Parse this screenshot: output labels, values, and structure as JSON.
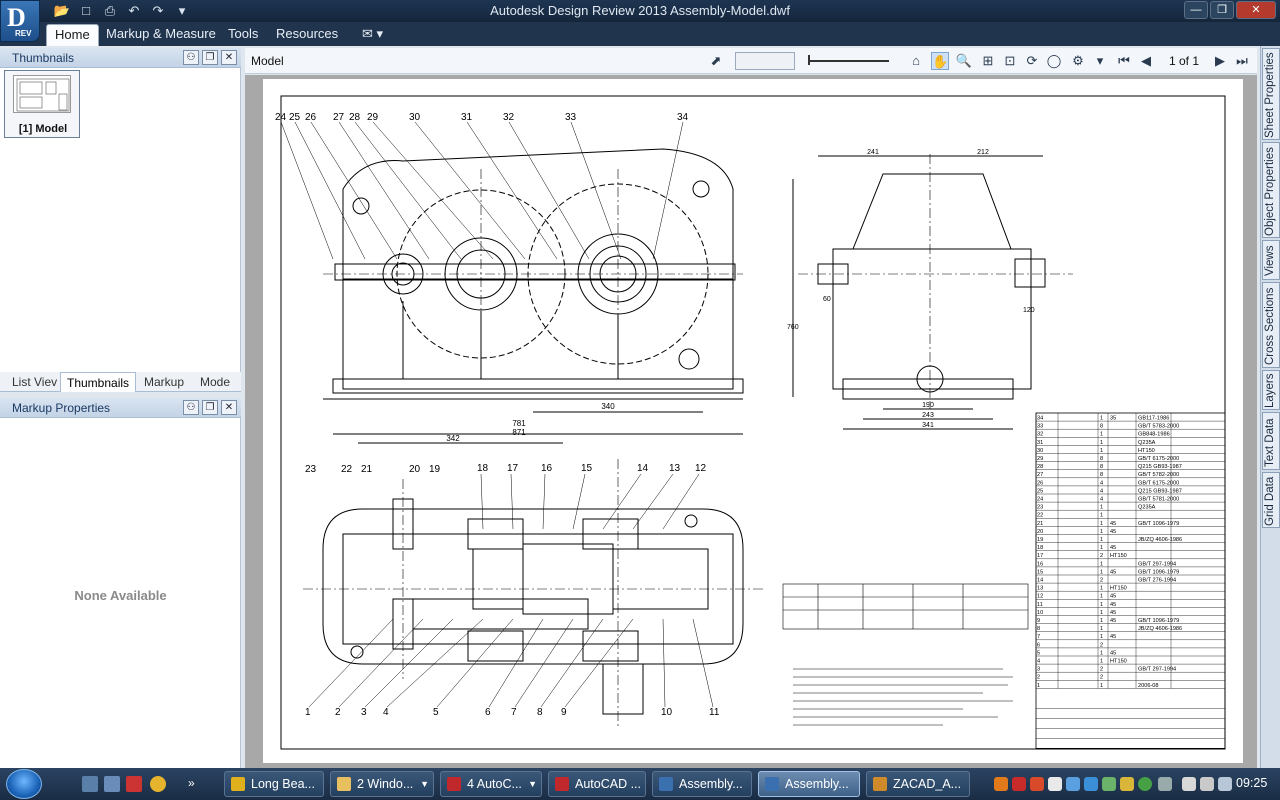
{
  "window": {
    "title": "Autodesk Design Review 2013   Assembly-Model.dwf",
    "logo_letter": "D",
    "logo_sub": "REV"
  },
  "ribbon": {
    "tabs": [
      "Home",
      "Markup & Measure",
      "Tools",
      "Resources"
    ]
  },
  "left_panel": {
    "thumbnails_title": "Thumbnails",
    "thumbnail_label": "[1] Model",
    "tabs": [
      "List Viev",
      "Thumbnails",
      "Markup",
      "Mode"
    ],
    "markup_properties_title": "Markup Properties",
    "empty_text": "None Available"
  },
  "viewer": {
    "view_name": "Model",
    "page_info": "1 of 1"
  },
  "drawing": {
    "top_callouts": [
      "24",
      "25",
      "26",
      "27",
      "28",
      "29",
      "30",
      "31",
      "32",
      "33",
      "34"
    ],
    "bottom_callouts": [
      "1",
      "2",
      "3",
      "4",
      "5",
      "6",
      "7",
      "8",
      "9",
      "10",
      "11"
    ],
    "mid_callouts_left": [
      "23",
      "22",
      "21",
      "20",
      "19"
    ],
    "mid_callouts_right": [
      "18",
      "17",
      "16",
      "15",
      "14",
      "13",
      "12"
    ],
    "dims": {
      "d1": "781",
      "d2": "871",
      "d3": "340",
      "d4": "342",
      "s1": "241",
      "s2": "212",
      "s3": "190",
      "s4": "243",
      "s5": "341",
      "h1": "760",
      "h2": "60",
      "h3": "120"
    },
    "bom_rows": [
      [
        "34",
        "",
        "1",
        "35",
        "GB117-1986"
      ],
      [
        "33",
        "",
        "8",
        "",
        "GB/T 5783-2000"
      ],
      [
        "32",
        "",
        "1",
        "",
        "GB848-1986"
      ],
      [
        "31",
        "",
        "1",
        "",
        "Q235A"
      ],
      [
        "30",
        "",
        "1",
        "",
        "HT150"
      ],
      [
        "29",
        "",
        "8",
        "",
        "GB/T 6175-2000"
      ],
      [
        "28",
        "",
        "8",
        "",
        "Q215 GB93-1987"
      ],
      [
        "27",
        "",
        "8",
        "",
        "GB/T 5782-2000"
      ],
      [
        "26",
        "",
        "4",
        "",
        "GB/T 6175-2000"
      ],
      [
        "25",
        "",
        "4",
        "",
        "Q215 GB93-1987"
      ],
      [
        "24",
        "",
        "4",
        "",
        "GB/T 5781-2000"
      ],
      [
        "23",
        "",
        "1",
        "",
        "Q235A"
      ],
      [
        "22",
        "",
        "1",
        "",
        " "
      ],
      [
        "21",
        "",
        "1",
        "45",
        "GB/T 1096-1979"
      ],
      [
        "20",
        "",
        "1",
        "45",
        ""
      ],
      [
        "19",
        "",
        "1",
        "",
        "JB/ZQ 4606-1986"
      ],
      [
        "18",
        "",
        "1",
        "45",
        ""
      ],
      [
        "17",
        "",
        "2",
        "HT150",
        ""
      ],
      [
        "16",
        "",
        "1",
        "",
        "GB/T 297-1994"
      ],
      [
        "15",
        "",
        "1",
        "45",
        "GB/T 1096-1979"
      ],
      [
        "14",
        "",
        "2",
        "",
        "GB/T 276-1994"
      ],
      [
        "13",
        "",
        "1",
        "HT150",
        ""
      ],
      [
        "12",
        "",
        "1",
        "45",
        ""
      ],
      [
        "11",
        "",
        "1",
        "45",
        ""
      ],
      [
        "10",
        "",
        "1",
        "45",
        ""
      ],
      [
        "9",
        "",
        "1",
        "45",
        "GB/T 1096-1979"
      ],
      [
        "8",
        "",
        "1",
        "",
        "JB/ZQ 4606-1986"
      ],
      [
        "7",
        "",
        "1",
        "45",
        ""
      ],
      [
        "6",
        "",
        "2",
        "",
        " "
      ],
      [
        "5",
        "",
        "1",
        "45",
        ""
      ],
      [
        "4",
        "",
        "1",
        "HT150",
        ""
      ],
      [
        "3",
        "",
        "2",
        "",
        "GB/T 297-1994"
      ],
      [
        "2",
        "",
        "2",
        "",
        " "
      ],
      [
        "1",
        "",
        "1",
        "",
        "2006-08"
      ]
    ]
  },
  "right_tabs": [
    "Sheet Properties",
    "Object Properties",
    "Views",
    "Cross Sections",
    "Layers",
    "Text Data",
    "Grid Data"
  ],
  "taskbar": {
    "tasks": [
      {
        "label": "Long Bea...",
        "color": "#e0b01c"
      },
      {
        "label": "2 Windo...",
        "color": "#e8c060"
      },
      {
        "label": "4 AutoC...",
        "color": "#c0282c"
      },
      {
        "label": "AutoCAD ...",
        "color": "#c0282c"
      },
      {
        "label": "Assembly...",
        "color": "#3a6fb0"
      },
      {
        "label": "Assembly...",
        "color": "#3a6fb0"
      },
      {
        "label": "ZACAD_A...",
        "color": "#d08a2a"
      }
    ],
    "clock": "09:25"
  },
  "colors": {
    "title_bar": "#1e3552",
    "accent": "#1d4f8a",
    "drawing_bg": "#a8a8a8"
  }
}
